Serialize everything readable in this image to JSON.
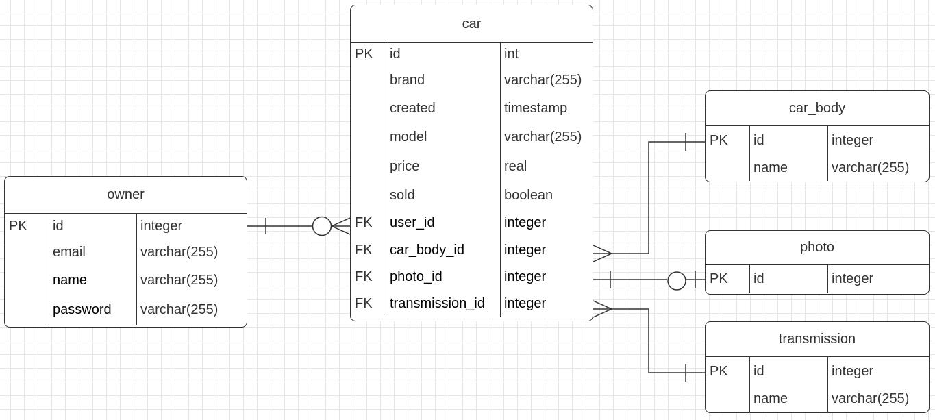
{
  "colors": {
    "line": "#333333",
    "grid": "#e6e6e6",
    "background": "#ffffff"
  },
  "entities": {
    "car": {
      "title": "car",
      "rows": [
        {
          "key": "PK",
          "name": "id",
          "type": "int"
        },
        {
          "key": "",
          "name": "brand",
          "type": "varchar(255)"
        },
        {
          "key": "",
          "name": "created",
          "type": "timestamp"
        },
        {
          "key": "",
          "name": "model",
          "type": "varchar(255)"
        },
        {
          "key": "",
          "name": "price",
          "type": "real"
        },
        {
          "key": "",
          "name": "sold",
          "type": "boolean"
        },
        {
          "key": "FK",
          "name": "user_id",
          "type": "integer"
        },
        {
          "key": "FK",
          "name": "car_body_id",
          "type": "integer"
        },
        {
          "key": "FK",
          "name": "photo_id",
          "type": "integer"
        },
        {
          "key": "FK",
          "name": "transmission_id",
          "type": "integer"
        }
      ]
    },
    "owner": {
      "title": "owner",
      "rows": [
        {
          "key": "PK",
          "name": "id",
          "type": "integer"
        },
        {
          "key": "",
          "name": "email",
          "type": "varchar(255)"
        },
        {
          "key": "",
          "name": "name",
          "type": "varchar(255)"
        },
        {
          "key": "",
          "name": "password",
          "type": "varchar(255)"
        }
      ]
    },
    "car_body": {
      "title": "car_body",
      "rows": [
        {
          "key": "PK",
          "name": "id",
          "type": "integer"
        },
        {
          "key": "",
          "name": "name",
          "type": "varchar(255)"
        }
      ]
    },
    "photo": {
      "title": "photo",
      "rows": [
        {
          "key": "PK",
          "name": "id",
          "type": "integer"
        }
      ]
    },
    "transmission": {
      "title": "transmission",
      "rows": [
        {
          "key": "PK",
          "name": "id",
          "type": "integer"
        },
        {
          "key": "",
          "name": "name",
          "type": "varchar(255)"
        }
      ]
    }
  },
  "relationships": [
    {
      "from": "owner.id",
      "to": "car.user_id",
      "from_end": "one",
      "to_end": "zero-or-many"
    },
    {
      "from": "car.car_body_id",
      "to": "car_body.id",
      "from_end": "many",
      "to_end": "one"
    },
    {
      "from": "car.photo_id",
      "to": "photo.id",
      "from_end": "one",
      "to_end": "zero-or-one"
    },
    {
      "from": "car.transmission_id",
      "to": "transmission.id",
      "from_end": "many",
      "to_end": "one"
    }
  ]
}
